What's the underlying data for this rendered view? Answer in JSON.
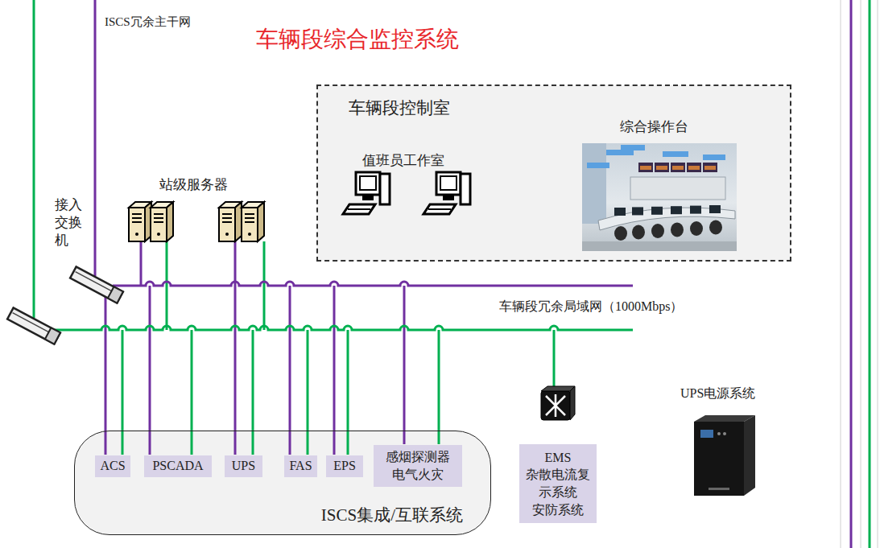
{
  "diagram": {
    "title": "车辆段综合监控系统",
    "nodes": [
      {
        "text": [
          "车辆段控制室"
        ]
      },
      {
        "text": [
          "ISCS集成/互联系统"
        ]
      },
      {
        "text": [
          "ACS"
        ],
        "in": 1
      },
      {
        "text": [
          "PSCADA"
        ],
        "in": 1
      },
      {
        "text": [
          "UPS"
        ],
        "in": 1
      },
      {
        "text": [
          "FAS"
        ],
        "in": 1
      },
      {
        "text": [
          "EPS"
        ],
        "in": 1
      },
      {
        "text": [
          "感烟探测器 电气火灾"
        ],
        "in": 1
      },
      {
        "text": [
          "EMS",
          "杂散电流复示系统",
          "安防系统"
        ]
      }
    ],
    "labels": [
      "ISCS冗余主干网",
      "站级服务器",
      "接入交换机",
      "值班员工作室",
      "综合操作台",
      "车辆段冗余局域网（1000Mbps）",
      "UPS电源系统"
    ]
  }
}
